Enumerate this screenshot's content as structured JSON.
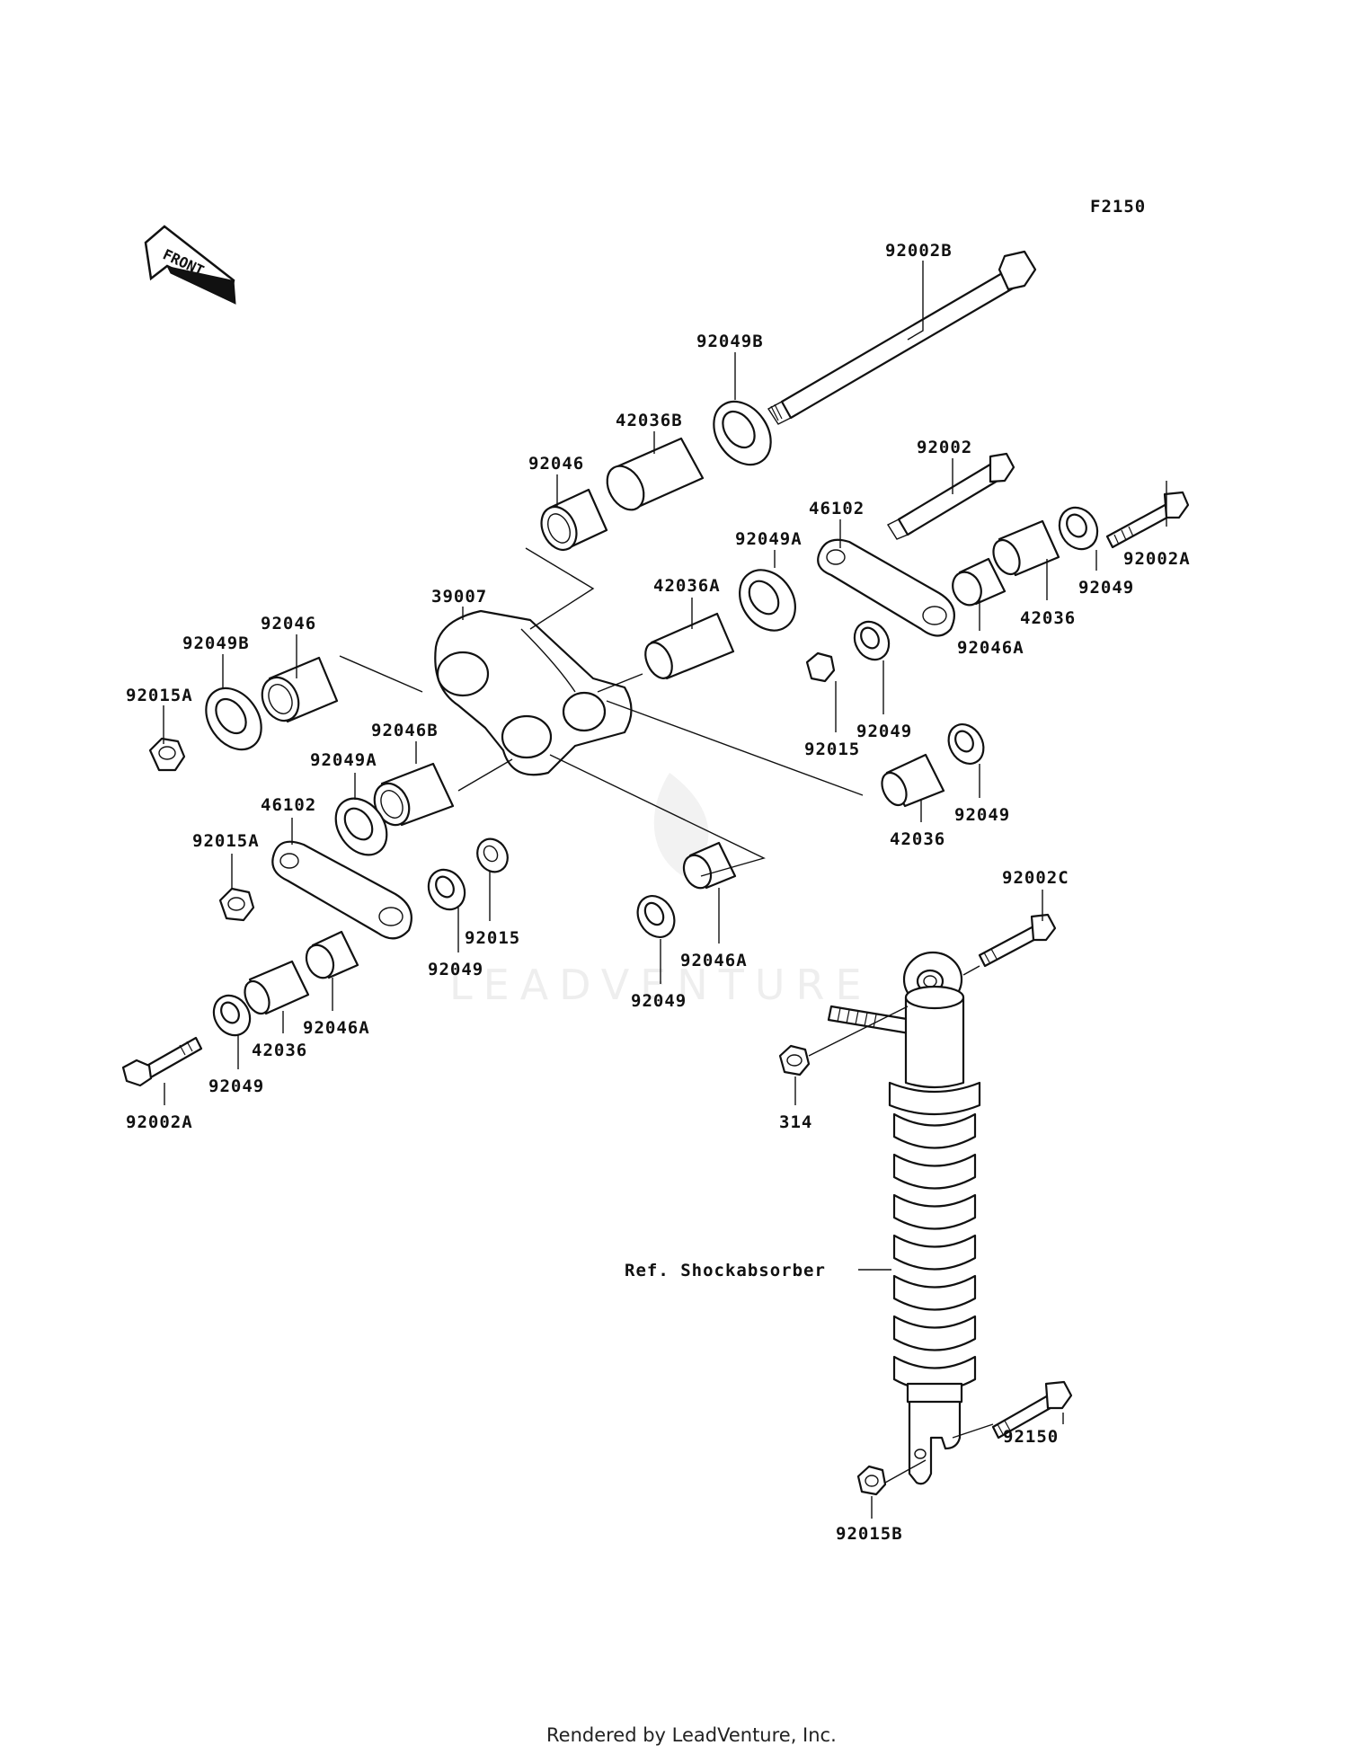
{
  "diagram": {
    "figure_code": "F2150",
    "front_label": "FRONT",
    "watermark": "LEADVENTURE",
    "footer": "Rendered by LeadVenture, Inc.",
    "reference_label": "Ref. Shockabsorber",
    "callouts": [
      {
        "id": "c-92002B",
        "text": "92002B"
      },
      {
        "id": "c-92049B-top",
        "text": "92049B"
      },
      {
        "id": "c-42036B",
        "text": "42036B"
      },
      {
        "id": "c-92046-top",
        "text": "92046"
      },
      {
        "id": "c-92002",
        "text": "92002"
      },
      {
        "id": "c-46102-top",
        "text": "46102"
      },
      {
        "id": "c-92049A-top",
        "text": "92049A"
      },
      {
        "id": "c-92002A-right",
        "text": "92002A"
      },
      {
        "id": "c-39007",
        "text": "39007"
      },
      {
        "id": "c-42036A",
        "text": "42036A"
      },
      {
        "id": "c-92049-right",
        "text": "92049"
      },
      {
        "id": "c-42036-right",
        "text": "42036"
      },
      {
        "id": "c-92046-left",
        "text": "92046"
      },
      {
        "id": "c-92049B-left",
        "text": "92049B"
      },
      {
        "id": "c-92046A-right",
        "text": "92046A"
      },
      {
        "id": "c-92015A-top",
        "text": "92015A"
      },
      {
        "id": "c-92046B",
        "text": "92046B"
      },
      {
        "id": "c-92049-mid",
        "text": "92049"
      },
      {
        "id": "c-92015-right",
        "text": "92015"
      },
      {
        "id": "c-92049A-left",
        "text": "92049A"
      },
      {
        "id": "c-92049-lowright",
        "text": "92049"
      },
      {
        "id": "c-46102-left",
        "text": "46102"
      },
      {
        "id": "c-42036-mid",
        "text": "42036"
      },
      {
        "id": "c-92015A-left",
        "text": "92015A"
      },
      {
        "id": "c-92002C",
        "text": "92002C"
      },
      {
        "id": "c-92015-center",
        "text": "92015"
      },
      {
        "id": "c-92049-center",
        "text": "92049"
      },
      {
        "id": "c-92046A-center",
        "text": "92046A"
      },
      {
        "id": "c-92049-lowcenter",
        "text": "92049"
      },
      {
        "id": "c-92046A-left",
        "text": "92046A"
      },
      {
        "id": "c-42036-left",
        "text": "42036"
      },
      {
        "id": "c-92049-left",
        "text": "92049"
      },
      {
        "id": "c-92002A-left",
        "text": "92002A"
      },
      {
        "id": "c-314",
        "text": "314"
      },
      {
        "id": "c-92150",
        "text": "92150"
      },
      {
        "id": "c-92015B",
        "text": "92015B"
      }
    ]
  }
}
